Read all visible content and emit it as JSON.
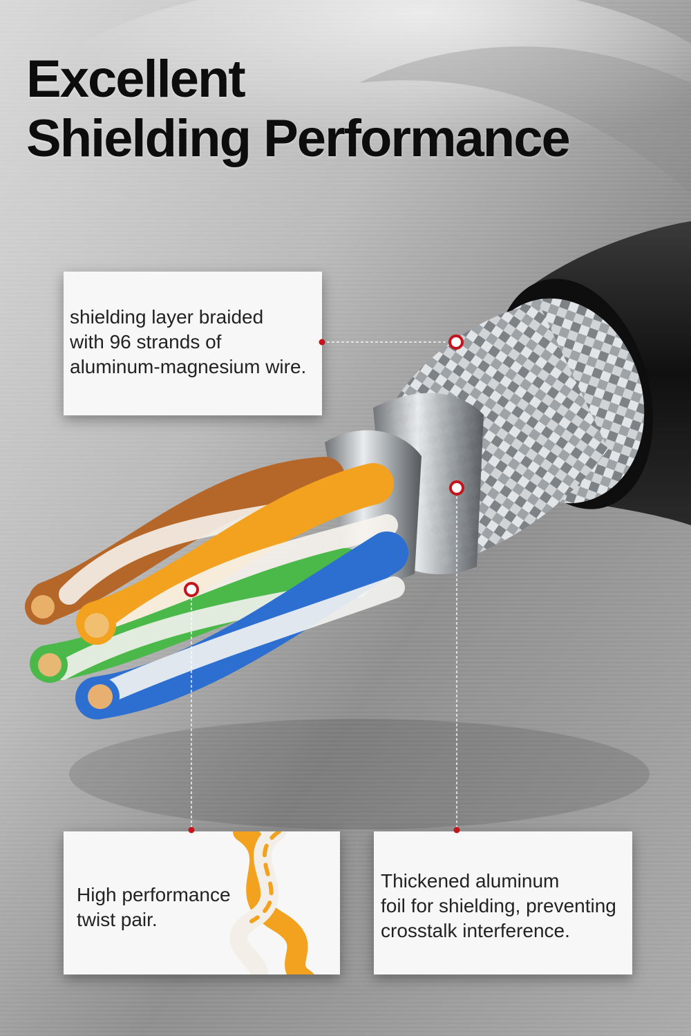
{
  "title": {
    "line1": "Excellent",
    "line2": "Shielding Performance"
  },
  "callouts": {
    "braid": {
      "lines": [
        "shielding layer braided",
        "with 96 strands of",
        "aluminum-magnesium wire."
      ]
    },
    "twist": {
      "lines": [
        "High performance",
        "twist pair."
      ]
    },
    "foil": {
      "lines": [
        "Thickened aluminum",
        "foil for shielding, preventing",
        "crosstalk interference."
      ]
    }
  },
  "colors": {
    "marker_red": "#c4141c",
    "pair_brown": "#b5672a",
    "pair_orange": "#f2a21e",
    "pair_green": "#4bb84a",
    "pair_blue": "#2d6fd0",
    "jacket": "#1b1b1b",
    "braid": "#bfc3c6"
  }
}
